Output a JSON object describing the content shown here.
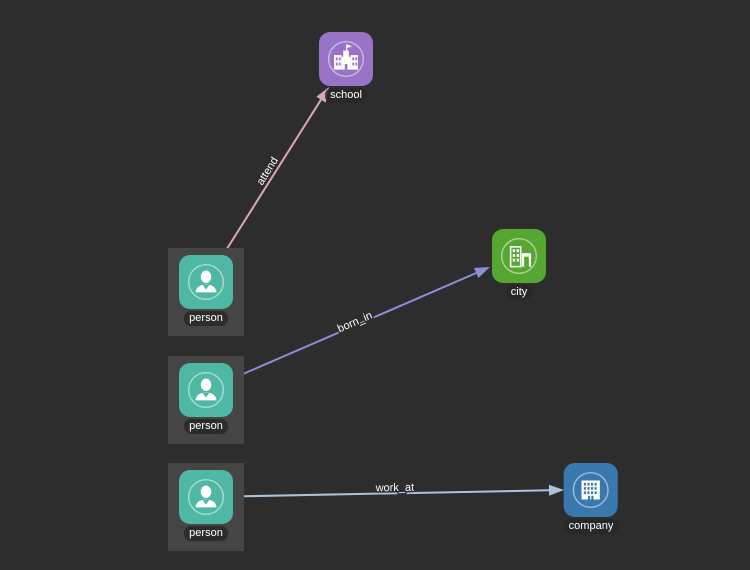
{
  "canvas": {
    "background_color": "#2d2d2d",
    "selection_box_color": "#454545",
    "label_text_color": "#ffffff"
  },
  "graph": {
    "nodes": [
      {
        "id": "school",
        "label": "school",
        "color": "#9873c6",
        "icon": "school-building-icon",
        "selected": false
      },
      {
        "id": "city",
        "label": "city",
        "color": "#56a732",
        "icon": "city-buildings-icon",
        "selected": false
      },
      {
        "id": "company",
        "label": "company",
        "color": "#3a79ae",
        "icon": "office-building-icon",
        "selected": false
      },
      {
        "id": "person-1",
        "label": "person",
        "color": "#4fb8a4",
        "icon": "person-icon",
        "selected": true
      },
      {
        "id": "person-2",
        "label": "person",
        "color": "#4fb8a4",
        "icon": "person-icon",
        "selected": true
      },
      {
        "id": "person-3",
        "label": "person",
        "color": "#4fb8a4",
        "icon": "person-icon",
        "selected": true
      }
    ],
    "edges": [
      {
        "label": "attend",
        "from": "person-1",
        "to": "school",
        "color": "#d8a7bf"
      },
      {
        "label": "born_in",
        "from": "person-2",
        "to": "city",
        "color": "#8a8fd8"
      },
      {
        "label": "work_at",
        "from": "person-3",
        "to": "company",
        "color": "#aac3dc"
      }
    ]
  }
}
